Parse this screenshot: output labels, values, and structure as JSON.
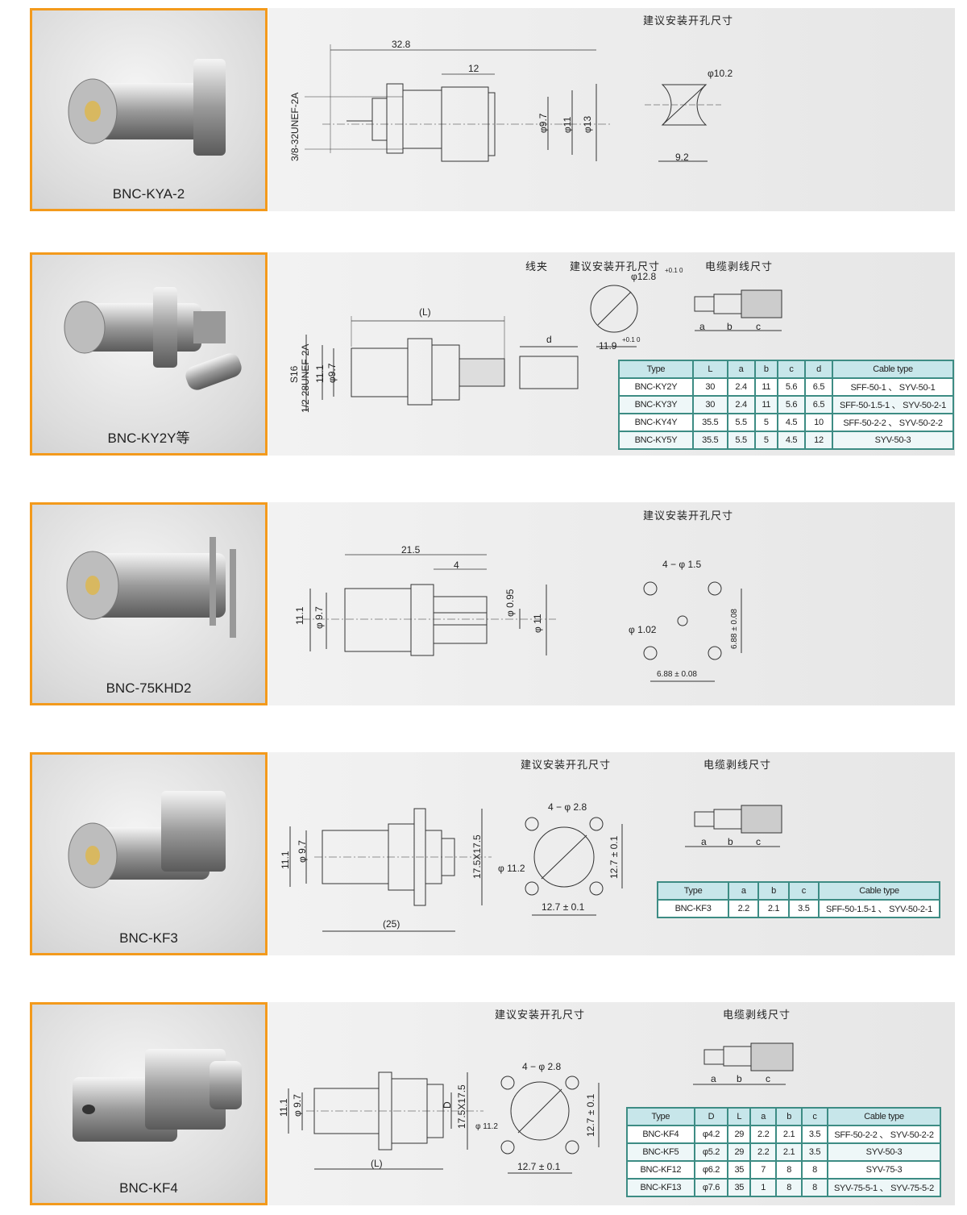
{
  "products": [
    {
      "name": "BNC-KYA-2",
      "hole_title": "建议安装开孔尺寸",
      "dims": {
        "overall": "32.8",
        "front": "12",
        "thread": "3/8-32UNEF-2A",
        "d1": "φ9.7",
        "d2": "φ11",
        "d3": "φ13",
        "hole_d": "φ10.2",
        "hole_flat": "9.2"
      }
    },
    {
      "name": "BNC-KY2Y等",
      "clamp_title": "线夹",
      "hole_title": "建议安装开孔尺寸",
      "strip_title": "电缆剥线尺寸",
      "dims": {
        "L": "(L)",
        "hex": "S16",
        "thread": "1/2-28UNEF-2A",
        "d1": "11.1",
        "d2": "φ9.7",
        "clamp_d": "d",
        "hole_d": "φ12.8",
        "hole_tol": "+0.1 0",
        "hole_flat": "11.9",
        "flat_tol": "+0.1 0",
        "a": "a",
        "b": "b",
        "c": "c"
      },
      "table": {
        "headers": [
          "Type",
          "L",
          "a",
          "b",
          "c",
          "d",
          "Cable type"
        ],
        "rows": [
          [
            "BNC-KY2Y",
            "30",
            "2.4",
            "11",
            "5.6",
            "6.5",
            "SFF-50-1 、 SYV-50-1"
          ],
          [
            "BNC-KY3Y",
            "30",
            "2.4",
            "11",
            "5.6",
            "6.5",
            "SFF-50-1.5-1 、 SYV-50-2-1"
          ],
          [
            "BNC-KY4Y",
            "35.5",
            "5.5",
            "5",
            "4.5",
            "10",
            "SFF-50-2-2 、 SYV-50-2-2"
          ],
          [
            "BNC-KY5Y",
            "35.5",
            "5.5",
            "5",
            "4.5",
            "12",
            "SYV-50-3"
          ]
        ]
      }
    },
    {
      "name": "BNC-75KHD2",
      "hole_title": "建议安装开孔尺寸",
      "dims": {
        "overall": "21.5",
        "pin": "4",
        "d1": "11.1",
        "d2": "φ 9.7",
        "pin_d": "φ 0.95",
        "d3": "φ 11",
        "holes": "4 − φ 1.5",
        "center": "φ 1.02",
        "pitch_v": "6.88 ± 0.08",
        "pitch_h": "6.88 ± 0.08"
      }
    },
    {
      "name": "BNC-KF3",
      "hole_title": "建议安装开孔尺寸",
      "strip_title": "电缆剥线尺寸",
      "dims": {
        "d1": "11.1",
        "d2": "φ 9.7",
        "flange": "17.5X17.5",
        "L": "(25)",
        "holes": "4 − φ 2.8",
        "center": "φ 11.2",
        "pitch_v": "12.7 ± 0.1",
        "pitch_h": "12.7 ± 0.1",
        "a": "a",
        "b": "b",
        "c": "c"
      },
      "table": {
        "headers": [
          "Type",
          "a",
          "b",
          "c",
          "Cable type"
        ],
        "rows": [
          [
            "BNC-KF3",
            "2.2",
            "2.1",
            "3.5",
            "SFF-50-1.5-1 、 SYV-50-2-1"
          ]
        ]
      }
    },
    {
      "name": "BNC-KF4",
      "hole_title": "建议安装开孔尺寸",
      "strip_title": "电缆剥线尺寸",
      "dims": {
        "d1": "11.1",
        "d2": "φ 9.7",
        "D": "D",
        "flange": "17.5X17.5",
        "L": "(L)",
        "holes": "4 − φ 2.8",
        "center": "φ 11.2",
        "pitch_v": "12.7 ± 0.1",
        "pitch_h": "12.7 ± 0.1",
        "a": "a",
        "b": "b",
        "c": "c"
      },
      "table": {
        "headers": [
          "Type",
          "D",
          "L",
          "a",
          "b",
          "c",
          "Cable type"
        ],
        "rows": [
          [
            "BNC-KF4",
            "φ4.2",
            "29",
            "2.2",
            "2.1",
            "3.5",
            "SFF-50-2-2 、 SYV-50-2-2"
          ],
          [
            "BNC-KF5",
            "φ5.2",
            "29",
            "2.2",
            "2.1",
            "3.5",
            "SYV-50-3"
          ],
          [
            "BNC-KF12",
            "φ6.2",
            "35",
            "7",
            "8",
            "8",
            "SYV-75-3"
          ],
          [
            "BNC-KF13",
            "φ7.6",
            "35",
            "1",
            "8",
            "8",
            "SYV-75-5-1 、 SYV-75-5-2"
          ]
        ]
      }
    }
  ],
  "colors": {
    "frame": "#f39a1c",
    "table_border": "#3d8c84",
    "table_header": "#c7e6ea"
  }
}
